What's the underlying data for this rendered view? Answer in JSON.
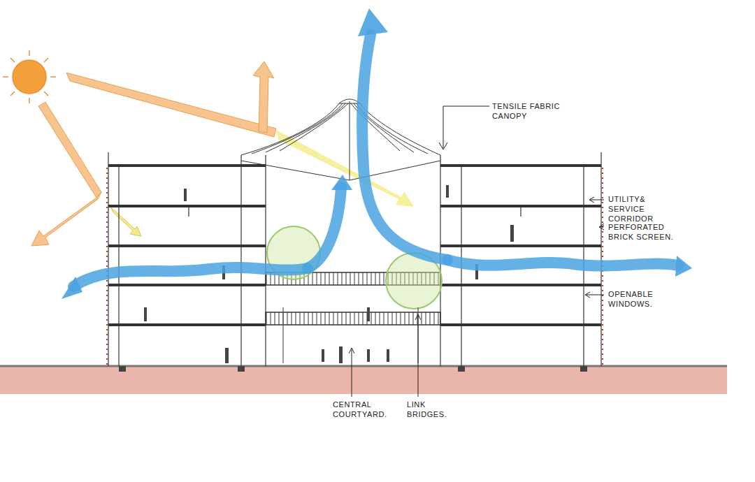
{
  "diagram": {
    "labels": [
      "TENSILE FABRIC CANOPY",
      "UTILITY& SERVICE CORRIDOR",
      "PERFORATED BRICK SCREEN.",
      "OPENABLE WINDOWS.",
      "CENTRAL COURTYARD.",
      "LINK BRIDGES."
    ]
  }
}
